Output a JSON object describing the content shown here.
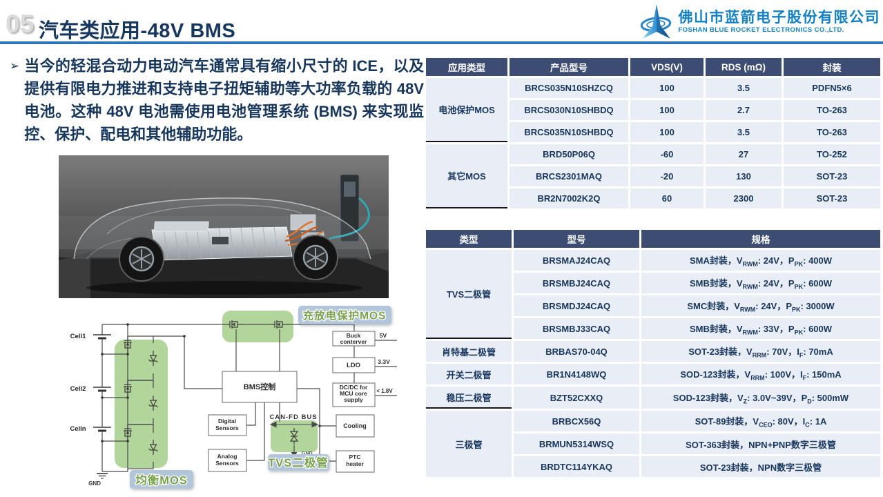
{
  "header": {
    "slide_number": "05",
    "title": "汽车类应用-48V BMS",
    "company_cn": "佛山市蓝箭电子股份有限公司",
    "company_en": "FOSHAN BLUE ROCKET ELECTRONICS CO.,LTD."
  },
  "intro": {
    "bullet": "➢",
    "text": "当今的轻混合动力电动汽车通常具有缩小尺寸的 ICE，以及提供有限电力推进和支持电子扭矩辅助等大功率负载的 48V 电池。这种 48V 电池需使用电池管理系统 (BMS) 来实现监控、保护、配电和其他辅助功能。"
  },
  "mos_table": {
    "headers": [
      "应用类型",
      "产品型号",
      "VDS(V)",
      "RDS (mΩ)",
      "封装"
    ],
    "groups": [
      {
        "label": "电池保护MOS"
      },
      {
        "label": "其它MOS"
      }
    ],
    "rows": [
      {
        "model": "BRCS035N10SHZCQ",
        "vds": "100",
        "rds": "3.5",
        "pkg": "PDFN5×6"
      },
      {
        "model": "BRCS030N10SHBDQ",
        "vds": "100",
        "rds": "2.7",
        "pkg": "TO-263"
      },
      {
        "model": "BRCS035N10SHBDQ",
        "vds": "100",
        "rds": "3.5",
        "pkg": "TO-263"
      },
      {
        "model": "BRD50P06Q",
        "vds": "-60",
        "rds": "27",
        "pkg": "TO-252"
      },
      {
        "model": "BRCS2301MAQ",
        "vds": "-20",
        "rds": "130",
        "pkg": "SOT-23"
      },
      {
        "model": "BR2N7002K2Q",
        "vds": "60",
        "rds": "2300",
        "pkg": "SOT-23"
      }
    ]
  },
  "diode_table": {
    "headers": [
      "类型",
      "型号",
      "规格"
    ],
    "groups": [
      {
        "label": "TVS二极管"
      },
      {
        "label": "肖特基二极管"
      },
      {
        "label": "开关二极管"
      },
      {
        "label": "稳压二极管"
      },
      {
        "label": "三极管"
      }
    ],
    "rows": [
      {
        "model": "BRSMAJ24CAQ",
        "spec": "SMA封装，V_{RWM}: 24V，P_{PK}: 400W"
      },
      {
        "model": "BRSMBJ24CAQ",
        "spec": "SMB封装，V_{RWM}: 24V，P_{PK}: 600W"
      },
      {
        "model": "BRSMDJ24CAQ",
        "spec": "SMC封装，V_{RWM}: 24V，P_{PK}: 3000W"
      },
      {
        "model": "BRSMBJ33CAQ",
        "spec": "SMB封装，V_{RWM}: 33V，P_{PK}: 600W"
      },
      {
        "model": "BRBAS70-04Q",
        "spec": "SOT-23封装，V_{RRM}: 70V，I_{F}: 70mA"
      },
      {
        "model": "BR1N4148WQ",
        "spec": "SOD-123封装，V_{RRM}: 100V，I_{F}: 150mA"
      },
      {
        "model": "BZT52CXXQ",
        "spec": "SOD-123封装，V_{Z}: 3.0V~39V，P_{D}: 500mW"
      },
      {
        "model": "BRBCX56Q",
        "spec": "SOT-89封装，V_{CEO}: 80V，I_{C}: 1A"
      },
      {
        "model": "BRMUN5314WSQ",
        "spec": "SOT-363封装，NPN+PNP数字三极管"
      },
      {
        "model": "BRDTC114YKAQ",
        "spec": "SOT-23封装，NPN数字三极管"
      }
    ]
  },
  "diagram": {
    "badges": {
      "charge": "充放电保护MOS",
      "balance": "均衡MOS",
      "tvs": "TVS二极管"
    },
    "labels": {
      "cell1": "Cell1",
      "cell2": "Cell2",
      "celln": "Celln",
      "gnd": "GND",
      "gnd2": "GND",
      "bms": "BMS控制",
      "buck1": "Buck",
      "buck2": "conterver",
      "ldo": "LDO",
      "dcdc1": "DC/DC for",
      "dcdc2": "MCU core",
      "dcdc3": "supply",
      "digital1": "Digital",
      "digital2": "Sensors",
      "analog1": "Analog",
      "analog2": "Sensors",
      "cooling": "Cooling",
      "ptc1": "PTC",
      "ptc2": "heater",
      "canfd": "CAN-FD BUS",
      "v5": "5V",
      "v33": "3.3V",
      "v18": "< 1.8V"
    }
  },
  "colors": {
    "accent_rule": "#2e74b5",
    "title_navy": "#17375e",
    "table_header": "#3c4c72",
    "table_row": "#e9edf5",
    "cell_text": "#17365d",
    "diagram_green": "#a8d08f",
    "badge_bg": "#b3c6d9",
    "badge_text": "#7aa24c",
    "logo_blue": "#1581c5"
  }
}
